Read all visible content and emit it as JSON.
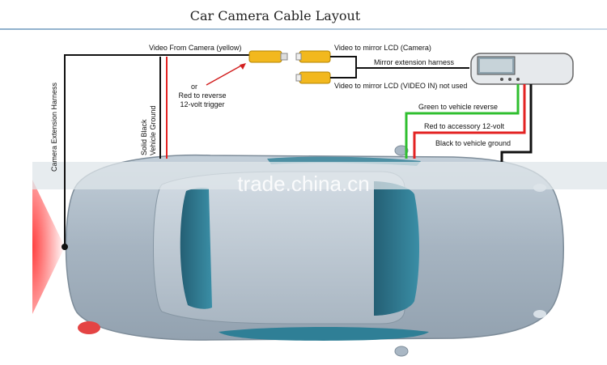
{
  "title": "Car Camera Cable Layout",
  "labels": {
    "video_from_camera": "Video From Camera (yellow)",
    "or": "or",
    "red_to_reverse_1": "Red to reverse",
    "red_to_reverse_2": "12-volt trigger",
    "video_mirror_camera": "Video to mirror LCD (Camera)",
    "mirror_harness": "Mirror extension harness",
    "video_mirror_not_used": "Video to mirror LCD (VIDEO IN) not used",
    "green_reverse": "Green to vehicle reverse",
    "red_accessory": "Red to accessory 12-volt",
    "black_ground": "Black to vehicle ground",
    "solid_black_1": "Solid Black",
    "solid_black_2": "Vehicle Ground",
    "camera_harness": "Camera Extension Harness"
  },
  "watermark": "trade.china.cn",
  "colors": {
    "wire_black": "#111111",
    "wire_red": "#e32222",
    "wire_green": "#2fbf2f",
    "connector_yellow": "#f2b81e",
    "car_body": "#a9b7c4",
    "car_glass": "#2f7f96",
    "camera_glow": "#ff2a2a"
  }
}
